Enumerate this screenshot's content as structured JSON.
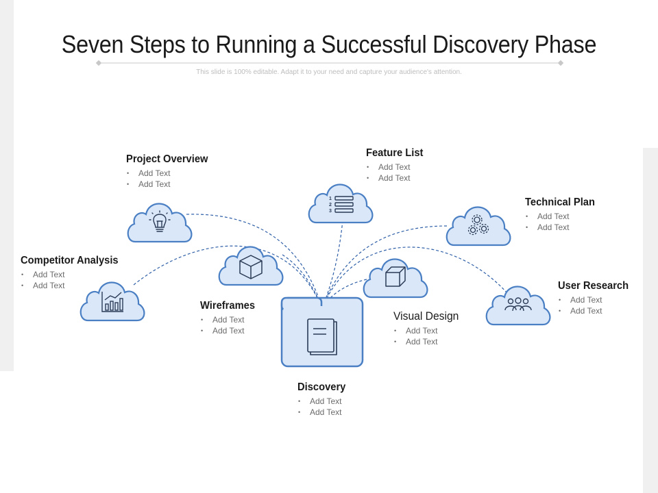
{
  "slide": {
    "title": "Seven Steps to Running a Successful Discovery Phase",
    "subtitle": "This slide is 100% editable. Adapt it to your need and capture your audience's attention."
  },
  "colors": {
    "accent": "#4a7fc4",
    "fill": "#d9e7f8",
    "dash": "#2f5fa8"
  },
  "center": {
    "title": "Discovery",
    "items": [
      "Add Text",
      "Add Text"
    ],
    "icon": "book-icon"
  },
  "nodes": [
    {
      "key": "project-overview",
      "title": "Project Overview",
      "items": [
        "Add Text",
        "Add Text"
      ],
      "icon": "lightbulb-icon"
    },
    {
      "key": "feature-list",
      "title": "Feature List",
      "items": [
        "Add Text",
        "Add Text"
      ],
      "icon": "numbered-list-icon"
    },
    {
      "key": "technical-plan",
      "title": "Technical Plan",
      "items": [
        "Add Text",
        "Add Text"
      ],
      "icon": "gears-icon"
    },
    {
      "key": "competitor-analysis",
      "title": "Competitor Analysis",
      "items": [
        "Add Text",
        "Add Text"
      ],
      "icon": "bar-chart-icon"
    },
    {
      "key": "wireframes",
      "title": "Wireframes",
      "items": [
        "Add Text",
        "Add Text"
      ],
      "icon": "cube-icon"
    },
    {
      "key": "visual-design",
      "title": "Visual Design",
      "items": [
        "Add Text",
        "Add Text"
      ],
      "icon": "box-icon"
    },
    {
      "key": "user-research",
      "title": "User Research",
      "items": [
        "Add Text",
        "Add Text"
      ],
      "icon": "users-icon"
    }
  ]
}
